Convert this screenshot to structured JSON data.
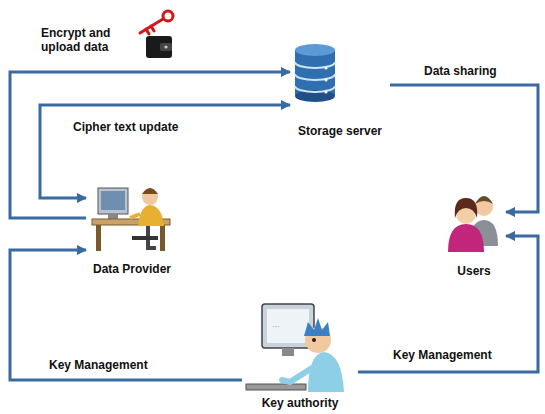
{
  "diagram": {
    "nodes": [
      {
        "text": [
          "Storage server"
        ]
      },
      {
        "text": [
          "Data Provider"
        ]
      },
      {
        "text": [
          "Users"
        ]
      },
      {
        "text": [
          "Key authority"
        ]
      }
    ],
    "edges": [
      {
        "from": 1,
        "to": 0,
        "label": "Encrypt and upload data",
        "arrow": "to"
      },
      {
        "from": 1,
        "to": 0,
        "label": "Cipher text update",
        "arrow": "both"
      },
      {
        "from": 0,
        "to": 2,
        "label": "Data sharing",
        "arrow": "to"
      },
      {
        "from": 3,
        "to": 1,
        "label": "Key Management",
        "arrow": "to"
      },
      {
        "from": 3,
        "to": 2,
        "label": "Key Management",
        "arrow": "to"
      }
    ]
  }
}
